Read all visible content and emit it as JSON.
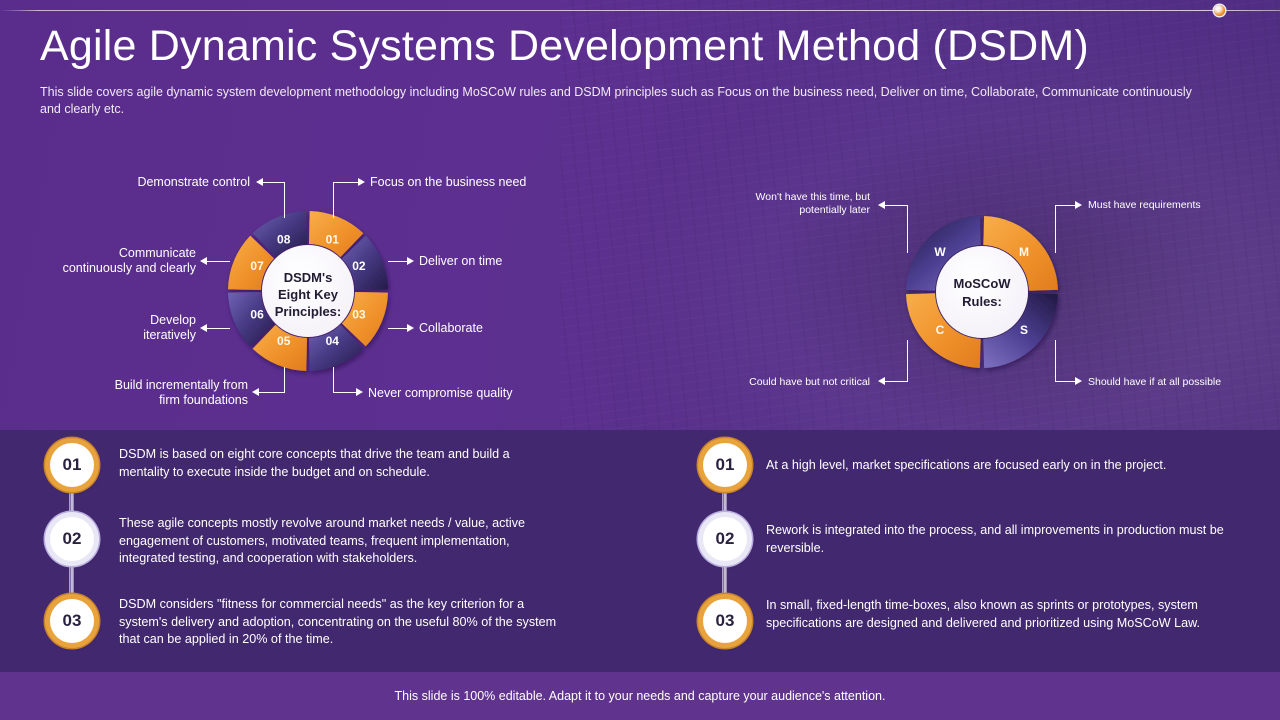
{
  "header": {
    "title": "Agile Dynamic Systems Development Method (DSDM)",
    "subtitle": "This slide covers agile dynamic system development  methodology including MoSCoW rules and DSDM principles such as Focus on the business need, Deliver  on time, Collaborate,  Communicate continuously and clearly etc."
  },
  "colors": {
    "background": "#5b2d8e",
    "lower_band": "#42286e",
    "footer_band": "#60338f",
    "accent_orange": "#f0922b",
    "segment_purple": "#5b4f9e",
    "segment_navy": "#2b2150",
    "text_white": "#ffffff"
  },
  "principles_wheel": {
    "hub_lines": [
      "DSDM's",
      "Eight Key",
      "Principles:"
    ],
    "segments": [
      {
        "num": "01",
        "label": "Focus on the business need",
        "color": "orange"
      },
      {
        "num": "02",
        "label": "Deliver  on time",
        "color": "purple"
      },
      {
        "num": "03",
        "label": "Collaborate",
        "color": "orange"
      },
      {
        "num": "04",
        "label": "Never  compromise  quality",
        "color": "purple"
      },
      {
        "num": "05",
        "label": "Build incrementally from\nfirm foundations",
        "color": "orange"
      },
      {
        "num": "06",
        "label": "Develop\niteratively",
        "color": "purple"
      },
      {
        "num": "07",
        "label": "Communicate\ncontinuously and clearly",
        "color": "orange"
      },
      {
        "num": "08",
        "label": "Demonstrate  control",
        "color": "purple"
      }
    ]
  },
  "moscow_wheel": {
    "hub_lines": [
      "MoSCoW",
      "Rules:"
    ],
    "segments": [
      {
        "letter": "M",
        "label": "Must have requirements",
        "color": "orange"
      },
      {
        "letter": "S",
        "label": "Should have if at all possible",
        "color": "purple"
      },
      {
        "letter": "C",
        "label": "Could have but not critical",
        "color": "orange"
      },
      {
        "letter": "W",
        "label": "Won't have this time, but\npotentially later",
        "color": "purple"
      }
    ]
  },
  "bullets_left": [
    {
      "num": "01",
      "ring": "gold",
      "text": "DSDM is based on eight core concepts that drive  the team and build a mentality to execute inside the budget and on  schedule."
    },
    {
      "num": "02",
      "ring": "violet",
      "text": "These agile concepts mostly revolve  around  market needs / value,  active engagement  of customers,  motivated  teams,  frequent  implementation, integrated testing,  and cooperation  with  stakeholders."
    },
    {
      "num": "03",
      "ring": "gold",
      "text": "DSDM considers \"fitness for commercial needs\" as the key criterion for a system's delivery  and  adoption, concentrating on the useful 80% of the system that can be applied in 20% of the time."
    }
  ],
  "bullets_right": [
    {
      "num": "01",
      "ring": "gold",
      "text": "At a high level, market  specifications are focused  early on in the project."
    },
    {
      "num": "02",
      "ring": "violet",
      "text": "Rework  is integrated  into the process, and all improvements in production  must be reversible."
    },
    {
      "num": "03",
      "ring": "gold",
      "text": "In small, fixed-length time-boxes, also known  as sprints or prototypes, system specifications are designed and delivered and prioritized using MoSCoW Law."
    }
  ],
  "footer": {
    "note": "This slide is 100% editable. Adapt it to your needs and capture your audience's attention."
  }
}
